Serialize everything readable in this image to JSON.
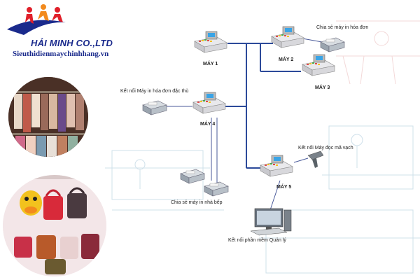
{
  "brand": {
    "name": "HẢI MINH CO.,LTD",
    "website": "Sieuthidienmaychinhhang.vn",
    "colors": {
      "primary": "#1a2a8c",
      "accent": "#e0202a",
      "orange": "#f28a1e"
    }
  },
  "photos": [
    {
      "name": "clothing-rack-photo"
    },
    {
      "name": "handbags-wall-photo"
    }
  ],
  "diagram": {
    "line_color": "#2c4a9a",
    "machines": [
      {
        "id": "may1",
        "label": "MÁY 1"
      },
      {
        "id": "may2",
        "label": "MÁY 2"
      },
      {
        "id": "may3",
        "label": "MÁY 3"
      },
      {
        "id": "may4",
        "label": "MÁY 4"
      },
      {
        "id": "may5",
        "label": "MÁY 5"
      }
    ],
    "annotations": {
      "shared_invoice_printer": "Chia sẻ máy in hóa đơn",
      "dedicated_invoice_printer": "Kết nối Máy in hóa đơn đặc thù",
      "kitchen_printer": "Chia sẻ máy in nhà bếp",
      "barcode_reader": "Kết nối Máy đọc mã vạch",
      "management_software": "Kết nối phần mềm Quản lý"
    }
  }
}
